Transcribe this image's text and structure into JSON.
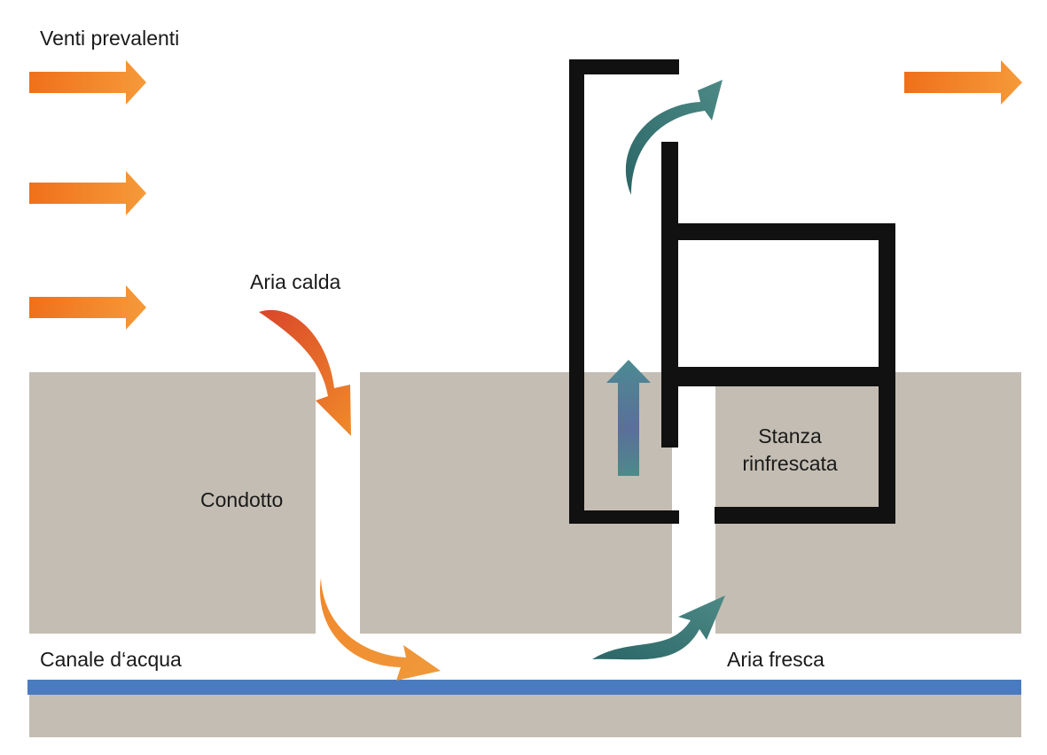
{
  "labels": {
    "prevailing_winds": "Venti prevalenti",
    "warm_air": "Aria calda",
    "duct": "Condotto",
    "cooled_room_line1": "Stanza",
    "cooled_room_line2": "rinfrescata",
    "water_channel": "Canale d‘acqua",
    "fresh_air": "Aria fresca"
  },
  "colors": {
    "ground": "#c4bdb3",
    "water": "#4a7bc0",
    "wind_arrow": "#f07a1e",
    "warm_air_arrow": "#e8642a",
    "fresh_air_arrow": "#2f6e70",
    "updraft_arrow": "#4f7f90",
    "walls": "#111111",
    "background": "#ffffff"
  }
}
